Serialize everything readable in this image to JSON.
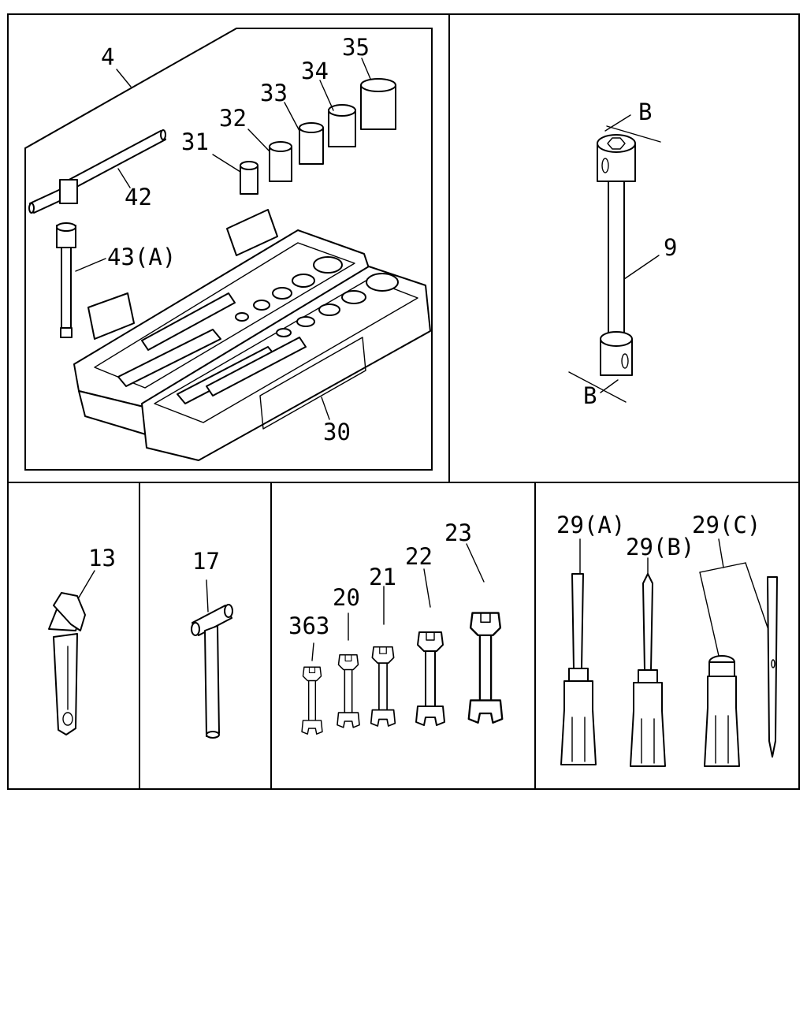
{
  "labels": {
    "tool_bag": "4",
    "socket_31": "31",
    "socket_32": "32",
    "socket_33": "33",
    "socket_34": "34",
    "socket_35": "35",
    "t_handle": "42",
    "extension": "43(A)",
    "tool_case": "30",
    "box_wrench": "9",
    "dim_top": "B",
    "dim_bottom": "B",
    "adjustable_wrench": "13",
    "hammer": "17",
    "wrench_363": "363",
    "wrench_20": "20",
    "wrench_21": "21",
    "wrench_22": "22",
    "wrench_23": "23",
    "screwdriver_a": "29(A)",
    "screwdriver_b": "29(B)",
    "screwdriver_c": "29(C)"
  }
}
